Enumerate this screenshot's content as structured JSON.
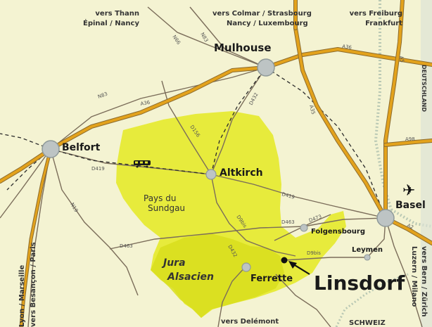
{
  "map": {
    "colors": {
      "background": "#f4f3d2",
      "highlight_region": "#e5ea2f",
      "highway": "#e3a21c",
      "road": "#7b6d5a",
      "border": "#b9c8b4",
      "jura_text": "#e38a1f",
      "node": "#bdc4c4"
    },
    "destinations": {
      "thann": "vers Thann",
      "thann_sub": "Épinal / Nancy",
      "colmar": "vers Colmar / Strasbourg",
      "colmar_sub": "Nancy / Luxembourg",
      "freiburg": "vers Freiburg",
      "freiburg_sub": "Frankfurt",
      "besancon": "vers Besançon / Paris",
      "lyon": "Lyon / Marseille",
      "bern": "vers Bern / Zürich",
      "lucerne": "Luzern / Milano",
      "delemont": "vers Delémont"
    },
    "cities": {
      "mulhouse": "Mulhouse",
      "belfort": "Belfort",
      "altkirch": "Altkirch",
      "basel": "Basel",
      "ferrette": "Ferrette",
      "folgensbourg": "Folgensbourg",
      "leymen": "Leymen",
      "linsdorf": "Linsdorf"
    },
    "regions": {
      "pays_line1": "Pays du",
      "pays_line2": "Sundgau",
      "jura_line1": "Jura",
      "jura_line2": "Alsacien"
    },
    "countries": {
      "germany": "DEUTSCHLAND",
      "switzerland": "SCHWEIZ"
    },
    "roads": {
      "n66": "N66",
      "n83a": "N83",
      "n83b": "N83",
      "a36a": "A36",
      "a36b": "A36",
      "d432": "D432",
      "d156": "D156",
      "a35": "A35",
      "a5": "A5",
      "a98": "A98",
      "d419a": "D419",
      "d419b": "D419",
      "n19": "N19",
      "d9bis": "D9bis",
      "d463a": "D463",
      "d473": "D473",
      "d463b": "D463",
      "d9bis2": "D9bis",
      "a2": "A2",
      "d432b": "D432"
    },
    "icons": {
      "train": "train-icon",
      "airport": "airplane-icon",
      "marker": "location-dot-icon",
      "pointer": "arrow-icon"
    }
  }
}
